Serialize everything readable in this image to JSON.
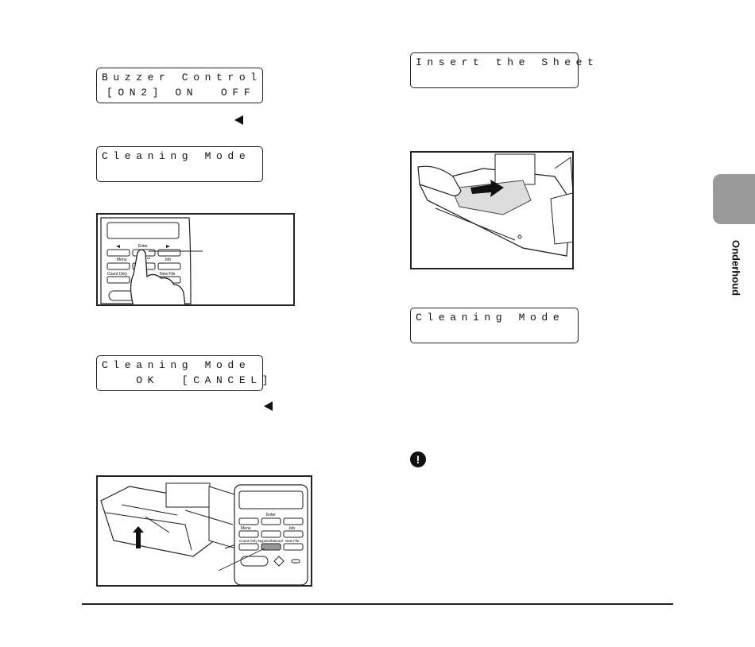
{
  "sidebar": {
    "section_label": "Onderhoud"
  },
  "lcd_screens": {
    "buzzer": {
      "line1": "Buzzer Control",
      "line2": "[ON2] ON  OFF"
    },
    "cleaning1": {
      "line1": "Cleaning Mode",
      "line2": ""
    },
    "cleaning_confirm": {
      "line1": "Cleaning Mode",
      "line2": "   OK  [CANCEL]"
    },
    "insert": {
      "line1": "Insert the Sheet",
      "line2": ""
    },
    "cleaning2": {
      "line1": "Cleaning Mode",
      "line2": ""
    }
  },
  "keypad": {
    "enter_label": "Enter",
    "menu_label": "Menu",
    "job_label": "Job",
    "count_only_label": "Count Only",
    "bypass_label": "Bypass/Manual",
    "new_file_label": "New File"
  },
  "icons": {
    "left_arrow": "triangle-left-icon",
    "warning": "exclamation-circle-icon",
    "up_arrow": "arrow-up-icon"
  },
  "colors": {
    "tab_gray": "#9a9a9a",
    "ink": "#111111"
  }
}
